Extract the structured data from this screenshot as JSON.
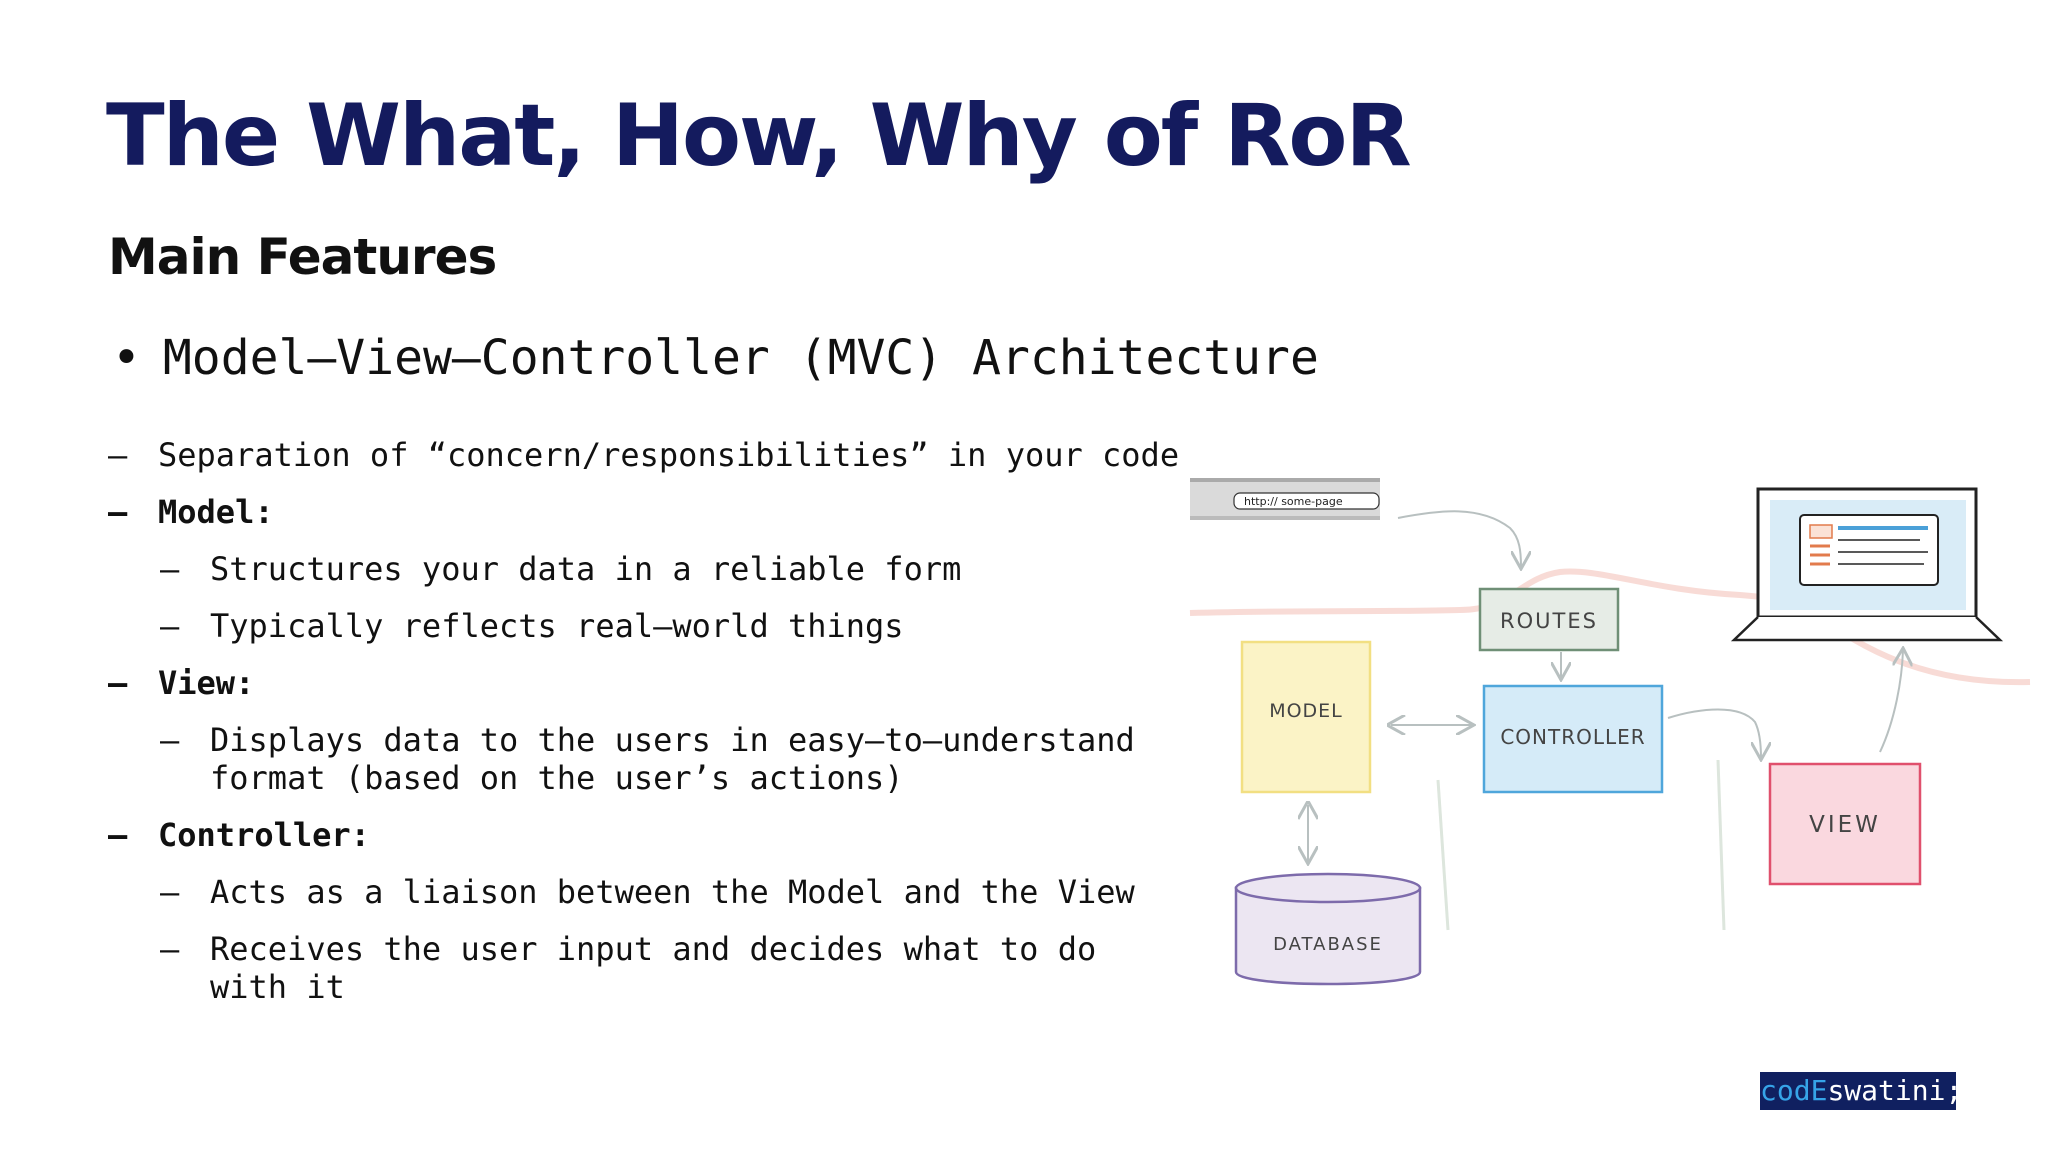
{
  "slide": {
    "title": "The What, How, Why of RoR",
    "subtitle": "Main Features",
    "main_bullet": {
      "symbol": "•",
      "text": "Model–View–Controller (MVC) Architecture"
    },
    "dash": "–",
    "items": {
      "separation": "Separation of “concern/responsibilities” in your code",
      "model_heading": "Model:",
      "model_1": "Structures your data in a reliable form",
      "model_2": "Typically reflects real–world things",
      "view_heading": "View:",
      "view_1_line1": "Displays data to the users in easy–to–understand",
      "view_1_line2": "format (based on the user’s actions)",
      "controller_heading": "Controller:",
      "controller_1": "Acts as a liaison between the Model and the View",
      "controller_2_line1": "Receives the user input and decides what to do",
      "controller_2_line2": "with it"
    }
  },
  "diagram": {
    "url_bar": "http:// some-page",
    "routes": "ROUTES",
    "model": "MODEL",
    "controller": "CONTROLLER",
    "view": "VIEW",
    "database": "DATABASE",
    "colors": {
      "routes": "#e6ece6",
      "model": "#fbf3c6",
      "controller": "#d5ebf8",
      "view": "#fad8df",
      "database": "#ece6f2",
      "laptop_screen": "#d9ecf7"
    }
  },
  "logo": {
    "part1": "codE",
    "part2": "swatini;"
  }
}
